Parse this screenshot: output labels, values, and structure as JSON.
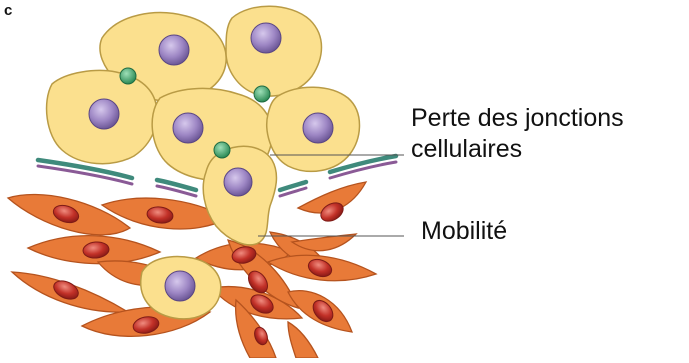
{
  "figure": {
    "panel_letter": "c",
    "labels": {
      "junction_loss_line1": "Perte des jonctions",
      "junction_loss_line2": "cellulaires",
      "mobility": "Mobilité"
    },
    "colors": {
      "epithelial_fill": "#fbe08e",
      "epithelial_stroke": "#b99b45",
      "nucleus_purple": "#9d86c4",
      "junction_green": "#3fae73",
      "mesenchymal_fill": "#e87a38",
      "mesenchymal_stroke": "#b5531e",
      "nucleus_red": "#c23128",
      "membrane_teal": "#3f8a7c",
      "membrane_purple": "#8a5a96",
      "leader_line": "#555555"
    }
  }
}
